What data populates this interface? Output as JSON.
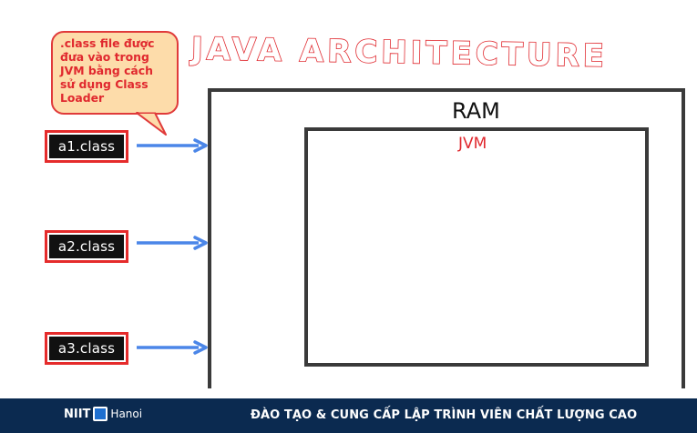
{
  "title": "JAVA ARCHITECTURE",
  "callout": {
    "text": ".class file được\nđưa vào trong\nJVM bằng cách\nsử dụng Class\nLoader"
  },
  "class_files": [
    {
      "label": "a1.class"
    },
    {
      "label": "a2.class"
    },
    {
      "label": "a3.class"
    }
  ],
  "ram_label": "RAM",
  "jvm_label": "JVM",
  "footer": {
    "logo_brand": "NIIT",
    "logo_city": "Hanoi",
    "slogan": "ĐÀO TẠO & CUNG CẤP LẬP TRÌNH VIÊN CHẤT LƯỢNG CAO"
  },
  "colors": {
    "accent_red": "#e0282e",
    "arrow_blue": "#4b86e8",
    "callout_fill": "#fddcaa",
    "footer_bg": "#0b2a50"
  }
}
